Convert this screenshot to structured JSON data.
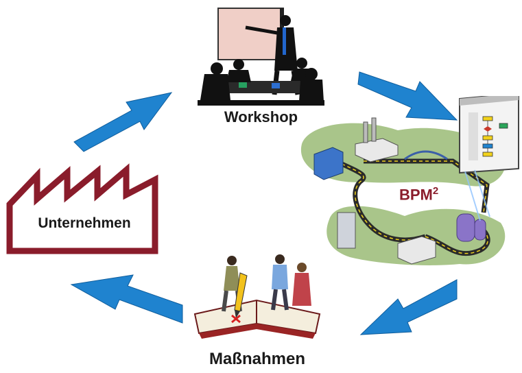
{
  "nodes": {
    "workshop": {
      "label": "Workshop"
    },
    "company": {
      "label": "Unternehmen"
    },
    "measures": {
      "label": "Maßnahmen"
    },
    "bpm": {
      "label_main": "BPM",
      "label_sup": "2"
    }
  },
  "colors": {
    "arrow": "#1f83cf",
    "arrow_dark": "#0f5d9c",
    "factory": "#8a1c2b",
    "bpm_text": "#8a1c2b",
    "island": "#a9c58a",
    "road": "#2a2a2a",
    "road_line": "#f1d21c",
    "screen": "#f3f3f3"
  }
}
